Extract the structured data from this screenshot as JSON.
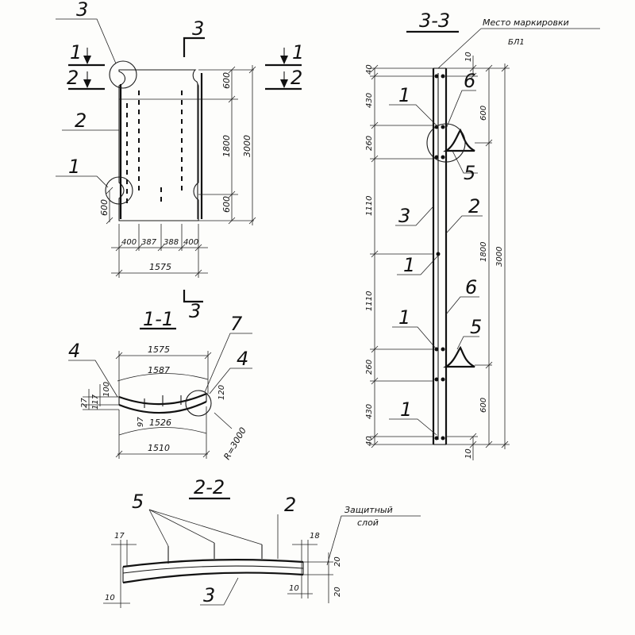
{
  "sections": {
    "s33": "3-3",
    "s11": "1-1",
    "s22": "2-2"
  },
  "callouts": {
    "marking_place": "Место маркировки",
    "protective_layer_1": "Защитный",
    "protective_layer_2": "слой"
  },
  "plan": {
    "cut3_top": "3",
    "cut3_bottom": "3",
    "cut1_left": "1",
    "cut2_left": "2",
    "cut1_right": "1",
    "cut2_right": "2",
    "pos3": "3",
    "pos2": "2",
    "pos1": "1",
    "dim_600_top": "600",
    "dim_1800": "1800",
    "dim_3000": "3000",
    "dim_600_bottom": "600",
    "dim_600_left": "600",
    "dim_400_a": "400",
    "dim_387": "387",
    "dim_388": "388",
    "dim_400_b": "400",
    "dim_1575": "1575"
  },
  "sec11": {
    "pos4_left": "4",
    "pos4_right": "4",
    "pos7": "7",
    "dim_1575": "1575",
    "dim_1587": "1587",
    "dim_1526": "1526",
    "dim_1510": "1510",
    "dim_27": "27",
    "dim_117": "117",
    "dim_100": "100",
    "dim_97": "97",
    "dim_120": "120",
    "radius": "R=3000"
  },
  "sec33": {
    "dim_40_top": "40",
    "dim_430_top": "430",
    "dim_260_top": "260",
    "dim_1110_top": "1110",
    "dim_1110_bottom": "1110",
    "dim_260_bottom": "260",
    "dim_430_bottom": "430",
    "dim_40_bottom": "40",
    "dim_10_top": "10",
    "dim_10_bottom": "10",
    "dim_600_top": "600",
    "dim_600_bottom": "600",
    "dim_1800": "1800",
    "dim_3000": "3000",
    "pos1_a": "1",
    "pos6_a": "6",
    "pos5_a": "5",
    "pos3": "3",
    "pos2": "2",
    "pos1_b": "1",
    "pos6_b": "6",
    "pos1_c": "1",
    "pos5_b": "5",
    "pos1_d": "1",
    "stamp": "БЛ1"
  },
  "sec22": {
    "pos5": "5",
    "pos2": "2",
    "pos3": "3",
    "dim_17": "17",
    "dim_18": "18",
    "dim_20_top": "20",
    "dim_20_bottom": "20",
    "dim_10_left": "10",
    "dim_10_right": "10"
  }
}
